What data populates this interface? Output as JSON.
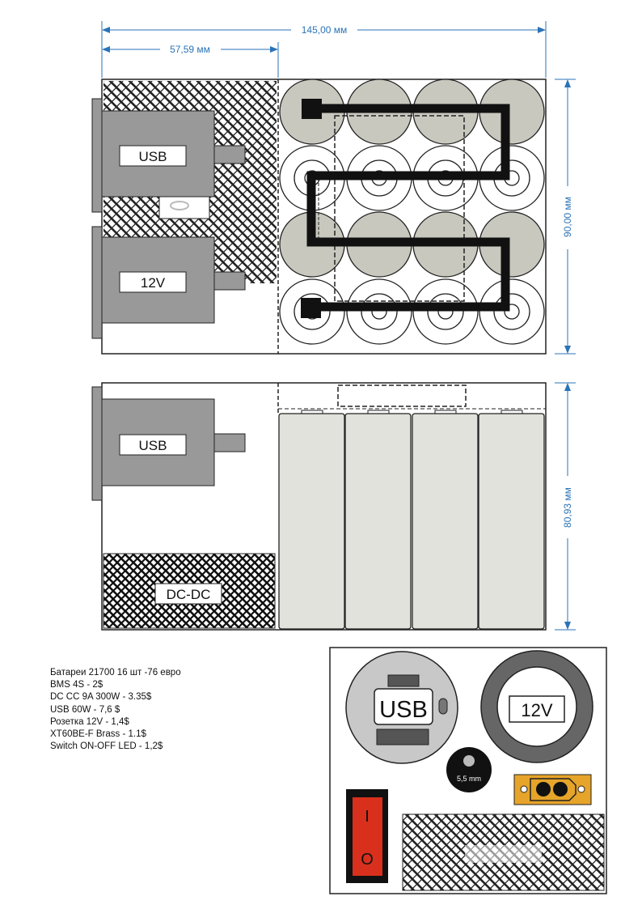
{
  "dimensions": {
    "total_width": "145,00 мм",
    "partial_width": "57,59 мм",
    "height_top": "90,00 мм",
    "height_side": "80,93 мм"
  },
  "labels": {
    "usb": "USB",
    "v12": "12V",
    "dcdc": "DC-DC"
  },
  "panel": {
    "usb": "USB",
    "v12": "12V",
    "jack_size": "5,5 mm",
    "switch_on": "I",
    "switch_off": "O"
  },
  "parts_list": [
    "Батареи 21700 16 шт -76 евро",
    "BMS 4S - 2$",
    "DC CC 9A  300W - 3.35$",
    "USB 60W - 7,6 $",
    "Розетка 12V - 1,4$",
    "XT60BE-F Brass - 1.1$",
    "Switch ON-OFF LED - 1,2$"
  ],
  "colors": {
    "stroke": "#222222",
    "module_gray": "#999999",
    "cell_gray": "#c8c8be",
    "cell_body": "#e2e2dc",
    "dim_blue": "#2a73b8",
    "switch_red": "#d8301c",
    "xt60_orange": "#e6a42a"
  }
}
